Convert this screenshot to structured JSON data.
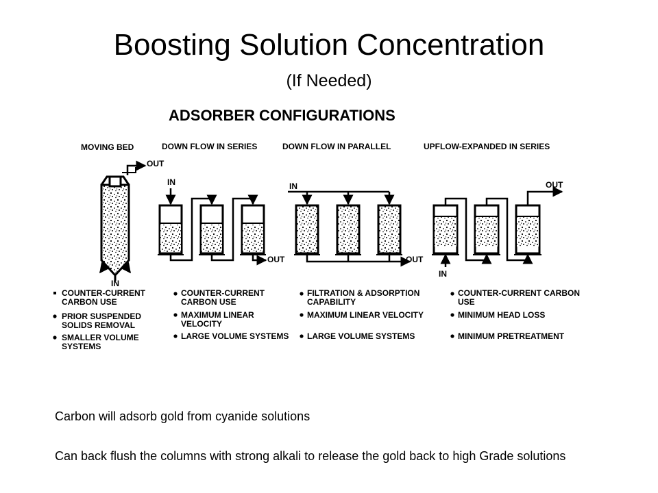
{
  "slide": {
    "title": "Boosting Solution Concentration",
    "subtitle": "(If Needed)",
    "text_1": "Carbon will adsorb gold from cyanide solutions",
    "text_2": "Can back flush the columns with strong alkali to release the gold back to high Grade solutions"
  },
  "diagram": {
    "heading": "ADSORBER CONFIGURATIONS",
    "config_titles": [
      "MOVING BED",
      "DOWN FLOW IN SERIES",
      "DOWN FLOW IN PARALLEL",
      "UPFLOW-EXPANDED IN SERIES"
    ],
    "flow_labels": {
      "moving_out": "OUT",
      "moving_in": "IN",
      "series_in": "IN",
      "series_out": "OUT",
      "parallel_in": "IN",
      "parallel_out": "OUT",
      "upflow_in": "IN",
      "upflow_out": "OUT"
    },
    "bullets": {
      "moving_bed": [
        "COUNTER-CURRENT CARBON USE",
        "PRIOR SUSPENDED SOLIDS REMOVAL",
        "SMALLER VOLUME SYSTEMS"
      ],
      "down_flow_series": [
        "COUNTER-CURRENT CARBON USE",
        "MAXIMUM LINEAR VELOCITY",
        "LARGE VOLUME SYSTEMS"
      ],
      "down_flow_parallel": [
        "FILTRATION & ADSORPTION CAPABILITY",
        "MAXIMUM LINEAR VELOCITY",
        "LARGE VOLUME SYSTEMS"
      ],
      "upflow_series": [
        "COUNTER-CURRENT CARBON USE",
        "MINIMUM HEAD LOSS",
        "MINIMUM PRETREATMENT"
      ]
    }
  }
}
